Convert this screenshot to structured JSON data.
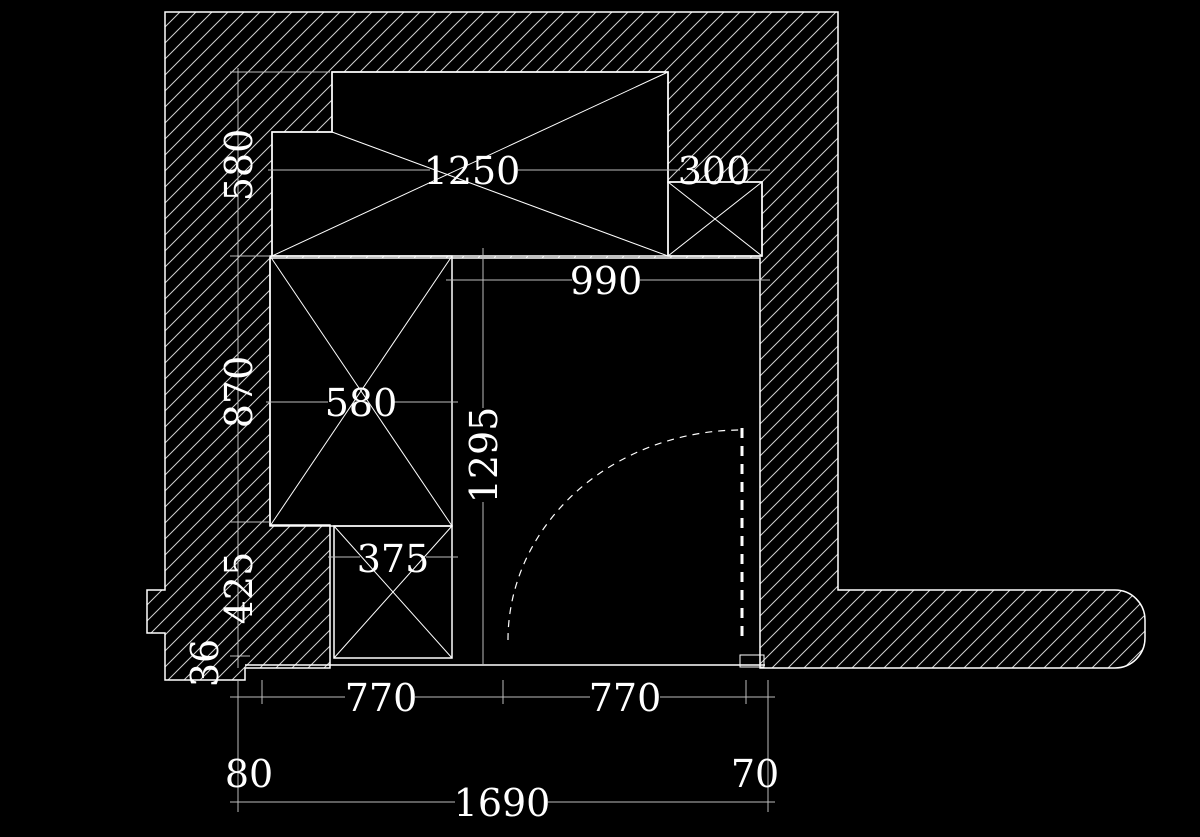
{
  "colors": {
    "background": "#000000",
    "lines": "#ffffff",
    "dimension_lines": "#bdbdbd",
    "hatch": "#d0d0d0"
  },
  "dimensions": {
    "left_upper": "580",
    "top_cabinet": "1250",
    "top_right_cabinet": "300",
    "right_span": "990",
    "left_middle": "870",
    "middle_cabinet": "580",
    "opening_height": "1295",
    "lower_cabinet": "375",
    "left_lower": "425",
    "left_bottom": "36",
    "bottom_left": "770",
    "bottom_right": "770",
    "edge_left": "80",
    "edge_right": "70",
    "total_width": "1690"
  }
}
